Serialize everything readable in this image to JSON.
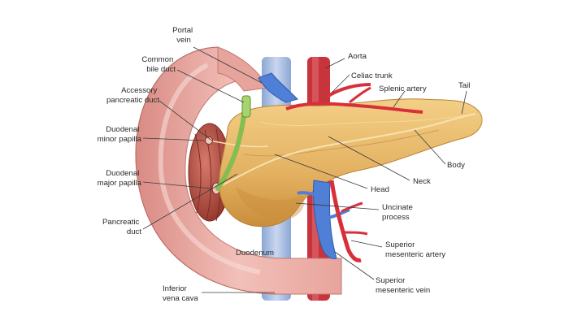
{
  "labels": {
    "portal_vein": [
      "Portal",
      "vein"
    ],
    "common_bile_duct": [
      "Common",
      "bile duct"
    ],
    "accessory_pancreatic_duct": [
      "Accessory",
      "pancreatic duct"
    ],
    "duodenal_minor_papilla": [
      "Duodenal",
      "minor papilla"
    ],
    "duodenal_major_papilla": [
      "Duodenal",
      "major papilla"
    ],
    "pancreatic_duct": [
      "Pancreatic",
      "duct"
    ],
    "inferior_vena_cava": [
      "Inferior",
      "vena cava"
    ],
    "aorta": "Aorta",
    "celiac_trunk": "Celiac trunk",
    "splenic_artery": "Splenic artery",
    "tail": "Tail",
    "body": "Body",
    "neck": "Neck",
    "head": "Head",
    "uncinate_process": [
      "Uncinate",
      "process"
    ],
    "superior_mesenteric_artery": [
      "Superior",
      "mesenteric artery"
    ],
    "superior_mesenteric_vein": [
      "Superior",
      "mesenteric vein"
    ],
    "duodenum": "Duodenum"
  },
  "colors": {
    "duodenum_wall": "#e9a9a2",
    "duodenum_inner": "#f6d2cc",
    "pancreas": "#e8b867",
    "pancreas_shade": "#c98e3c",
    "artery": "#d8303a",
    "vein": "#4f7fd6",
    "ivc": "#9fb6de",
    "bile_duct": "#8fc25a",
    "papilla_tissue": "#b84f45"
  }
}
